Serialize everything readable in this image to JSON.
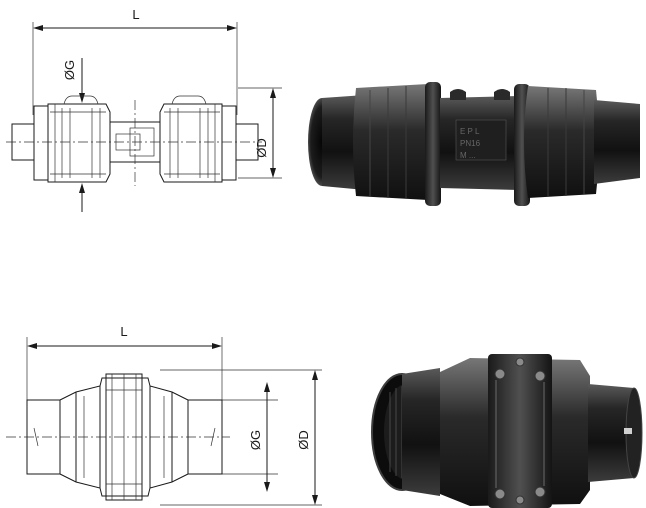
{
  "figure_top": {
    "length_label": "L",
    "grip_diameter_label": "ØG",
    "outer_diameter_label": "ØD",
    "photo": "black-compression-coupling-photo"
  },
  "figure_bottom": {
    "length_label": "L",
    "grip_diameter_label": "ØG",
    "outer_diameter_label": "ØD",
    "photo": "black-bolted-coupling-photo"
  }
}
